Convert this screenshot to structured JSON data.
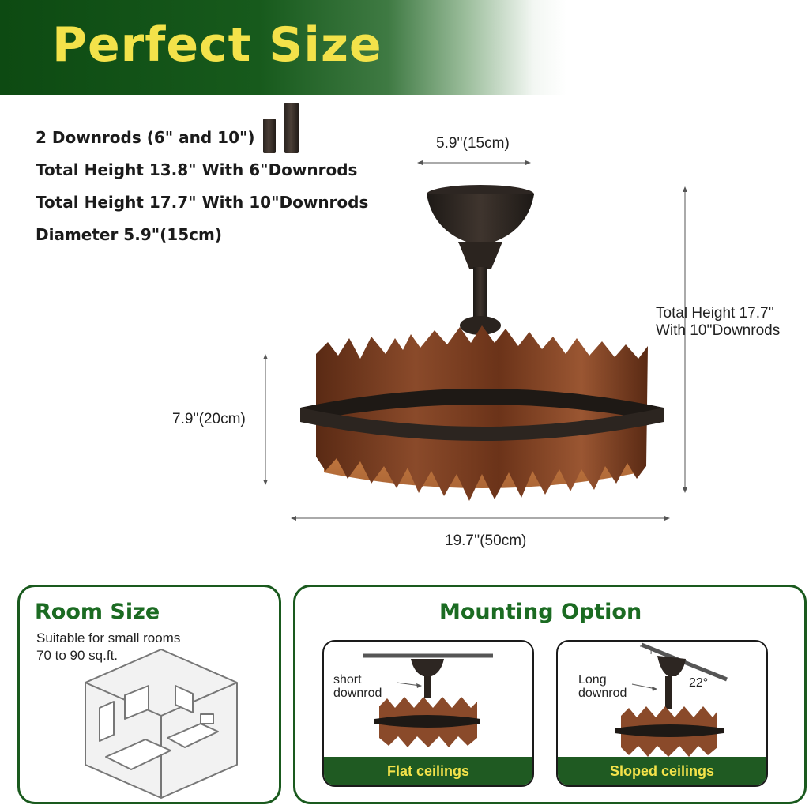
{
  "header": {
    "title": "Perfect Size"
  },
  "specs": {
    "downrods": "2 Downrods (6\" and 10\")",
    "height_6": "Total Height 13.8\" With 6\"Downrods",
    "height_10": "Total Height 17.7\" With 10\"Downrods",
    "diameter": "Diameter 5.9\"(15cm)"
  },
  "dimensions": {
    "canopy_width": "5.9''(15cm)",
    "total_height_line1": "Total Height 17.7''",
    "total_height_line2": "With 10''Downrods",
    "body_height": "7.9''(20cm)",
    "fan_width": "19.7''(50cm)"
  },
  "room_size": {
    "title": "Room Size",
    "line1": "Suitable for small rooms",
    "line2": "70 to 90 sq.ft."
  },
  "mounting": {
    "title": "Mounting Option",
    "flat": {
      "label_line1": "short",
      "label_line2": "downrod",
      "caption": "Flat ceilings"
    },
    "sloped": {
      "label_line1": "Long",
      "label_line2": "downrod",
      "angle": "22°",
      "caption": "Sloped ceilings"
    }
  },
  "colors": {
    "banner_green": "#175a1c",
    "title_yellow": "#f3e24a",
    "accent_green": "#1b6b22",
    "wood_brown": "#7a3e22",
    "metal_black": "#2a2420"
  }
}
